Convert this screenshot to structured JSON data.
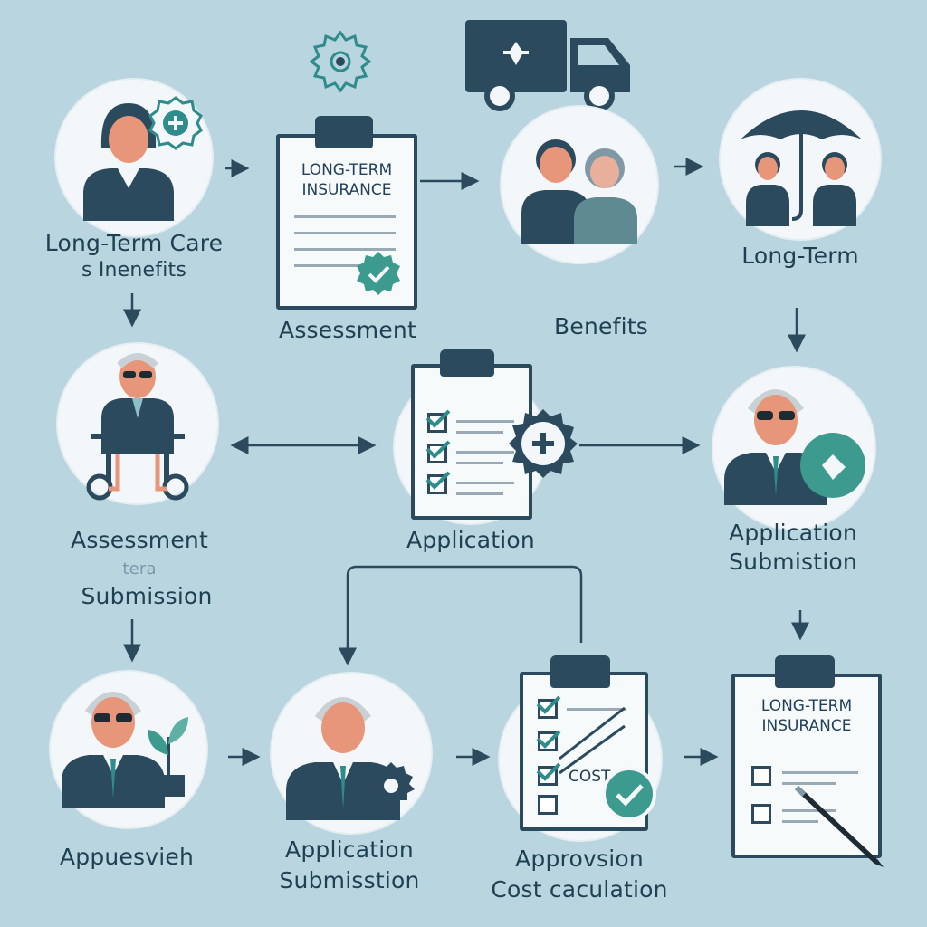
{
  "nodes": {
    "n1": {
      "label_line1": "Long-Term Care",
      "label_line2": "s Inenefits"
    },
    "n2": {
      "doc_title_line1": "LONG-TERM",
      "doc_title_line2": "INSURANCE",
      "label": "Assessment"
    },
    "n3": {
      "label": "Benefits"
    },
    "n4": {
      "label": "Long-Term"
    },
    "n5": {
      "label_line1": "Assessment",
      "label_faint": "tera",
      "label_line2": "Submission"
    },
    "n6": {
      "label": "Application"
    },
    "n7": {
      "label_line1": "Application",
      "label_line2": "Submistion"
    },
    "n8": {
      "label": "Appuesvieh"
    },
    "n9": {
      "label_line1": "Application",
      "label_line2": "Submisstion"
    },
    "n10": {
      "doc_text": "COST",
      "label_line1": "Approvsion",
      "label_line2": "Cost caculation"
    },
    "n11": {
      "doc_title_line1": "LONG-TERM",
      "doc_title_line2": "INSURANCE"
    }
  },
  "colors": {
    "background": "#b9d5df",
    "dark": "#2c4a5e",
    "teal": "#2e8c8c",
    "accent_green": "#3d9a8e"
  },
  "icons": [
    "gear-icon",
    "delivery-truck-icon",
    "umbrella-icon",
    "checkmark-badge-icon",
    "wheelchair-icon",
    "plant-icon",
    "pen-icon",
    "medical-badge-icon"
  ]
}
